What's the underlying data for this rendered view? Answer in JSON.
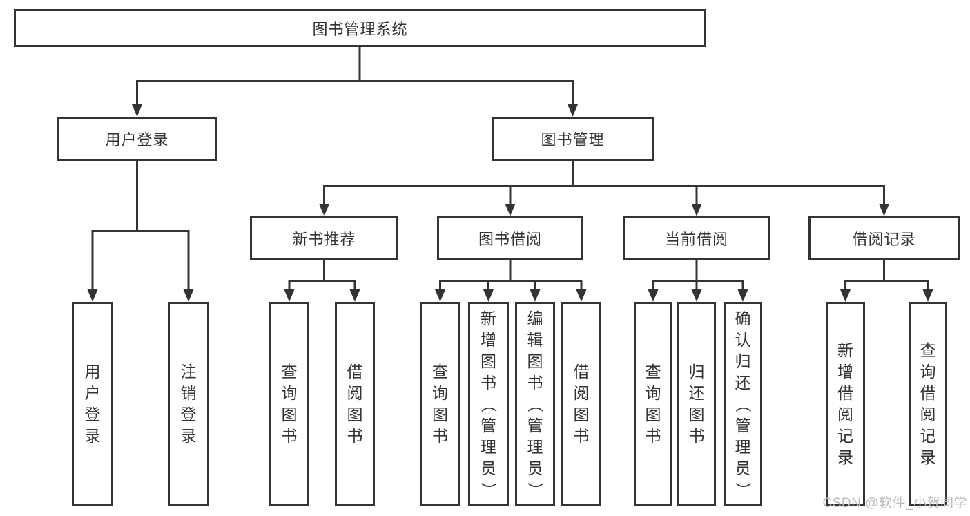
{
  "tree": {
    "label": "图书管理系统",
    "children": [
      {
        "label": "用户登录",
        "children": [
          {
            "label": "用户登录"
          },
          {
            "label": "注销登录"
          }
        ]
      },
      {
        "label": "图书管理",
        "children": [
          {
            "label": "新书推荐",
            "children": [
              {
                "label": "查询图书"
              },
              {
                "label": "借阅图书"
              }
            ]
          },
          {
            "label": "图书借阅",
            "children": [
              {
                "label": "查询图书"
              },
              {
                "label": "新增图书（管理员）"
              },
              {
                "label": "编辑图书（管理员）"
              },
              {
                "label": "借阅图书"
              }
            ]
          },
          {
            "label": "当前借阅",
            "children": [
              {
                "label": "查询图书"
              },
              {
                "label": "归还图书"
              },
              {
                "label": "确认归还（管理员）"
              }
            ]
          },
          {
            "label": "借阅记录",
            "children": [
              {
                "label": "新增借阅记录"
              },
              {
                "label": "查询借阅记录"
              }
            ]
          }
        ]
      }
    ]
  },
  "watermark": {
    "text": "CSDN @软件_小贺同学"
  },
  "colors": {
    "line": "#333333",
    "text": "#333333",
    "watermark": "#bdbdbd",
    "background": "#ffffff"
  }
}
